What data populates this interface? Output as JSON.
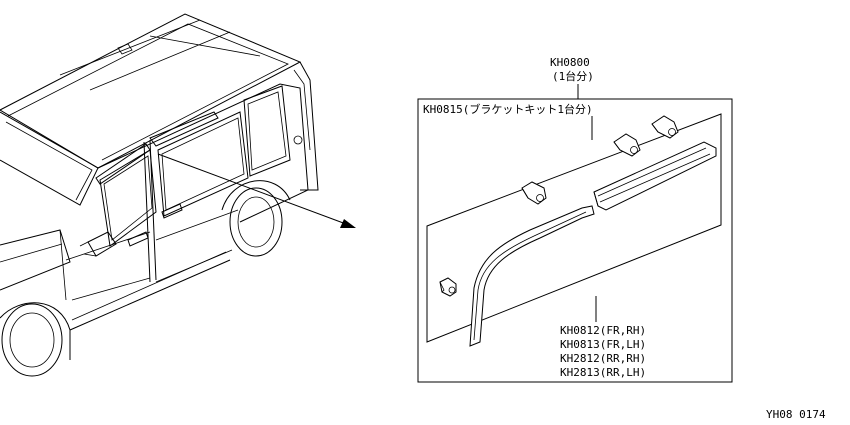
{
  "assembly": {
    "part_no": "KH0800",
    "qty_note": "(1台分)"
  },
  "bracket_kit": {
    "label": "KH0815(ブラケットキット1台分)"
  },
  "visor_parts": [
    "KH0812(FR,RH)",
    "KH0813(FR,LH)",
    "KH2812(RR,RH)",
    "KH2813(RR,LH)"
  ],
  "figure_code": "YH08 0174"
}
